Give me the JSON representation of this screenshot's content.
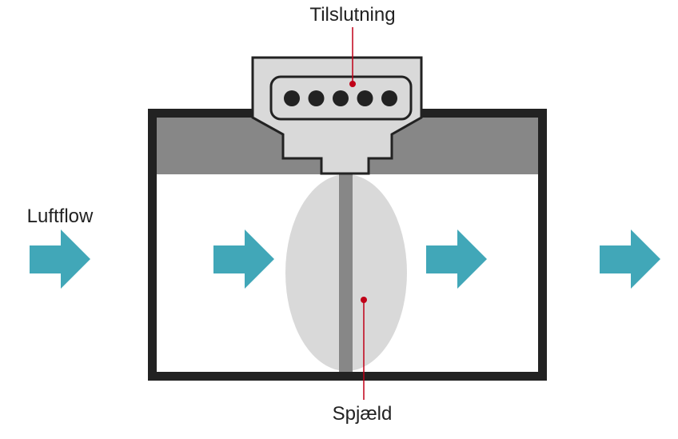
{
  "diagram": {
    "labels": {
      "connection": "Tilslutning",
      "airflow": "Luftflow",
      "damper": "Spjæld"
    },
    "connector": {
      "pin_count": 5
    },
    "arrows": [
      {
        "name": "airflow-arrow-inlet"
      },
      {
        "name": "airflow-arrow-before-damper"
      },
      {
        "name": "airflow-arrow-after-damper"
      },
      {
        "name": "airflow-arrow-outlet"
      }
    ],
    "colors": {
      "arrow": "#41A7B8",
      "frame": "#222222",
      "motor_band": "#878787",
      "connector_fill": "#D9D9D9",
      "damper_blade": "#D9D9D9",
      "damper_shaft": "#878787",
      "callout": "#C00018",
      "pin": "#222222"
    }
  }
}
